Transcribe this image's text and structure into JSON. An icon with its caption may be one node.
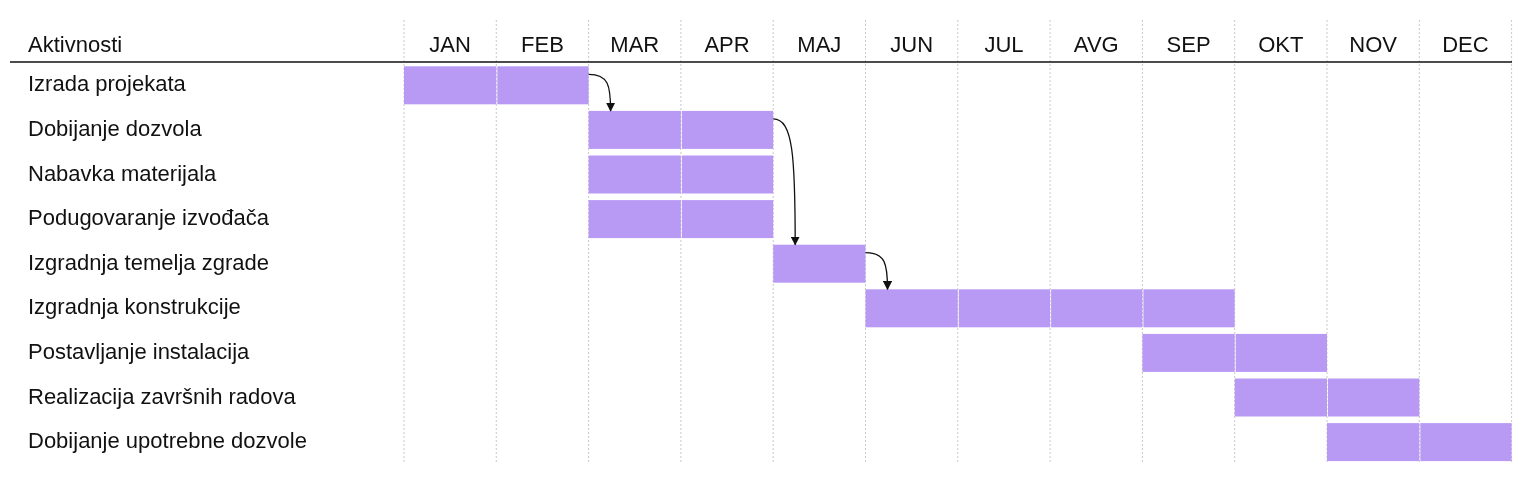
{
  "diagram": {
    "nodes": [
      {
        "text": [],
        "shape": "bar"
      },
      {
        "text": [],
        "shape": "bar"
      },
      {
        "text": [],
        "shape": "bar"
      },
      {
        "text": [],
        "shape": "bar"
      },
      {
        "text": [],
        "shape": "bar"
      },
      {
        "text": [],
        "shape": "bar"
      },
      {
        "text": [],
        "shape": "bar"
      },
      {
        "text": [],
        "shape": "bar"
      },
      {
        "text": [],
        "shape": "bar"
      }
    ],
    "edges": [
      {
        "from": 0,
        "to": 1,
        "arrow": "to"
      },
      {
        "from": 1,
        "to": 4,
        "arrow": "to"
      },
      {
        "from": 4,
        "to": 5,
        "arrow": "to"
      }
    ],
    "labels": [
      "Aktivnosti",
      "JAN",
      "FEB",
      "MAR",
      "APR",
      "MAJ",
      "JUN",
      "JUL",
      "AVG",
      "SEP",
      "OKT",
      "NOV",
      "DEC",
      "Izrada projekata",
      "Dobijanje dozvola",
      "Nabavka materijala",
      "Podugovaranje izvođača",
      "Izgradnja temelja zgrade",
      "Izgradnja konstrukcije",
      "Postavljanje instalacija",
      "Realizacija završnih radova",
      "Dobijanje upotrebne dozvole"
    ]
  }
}
